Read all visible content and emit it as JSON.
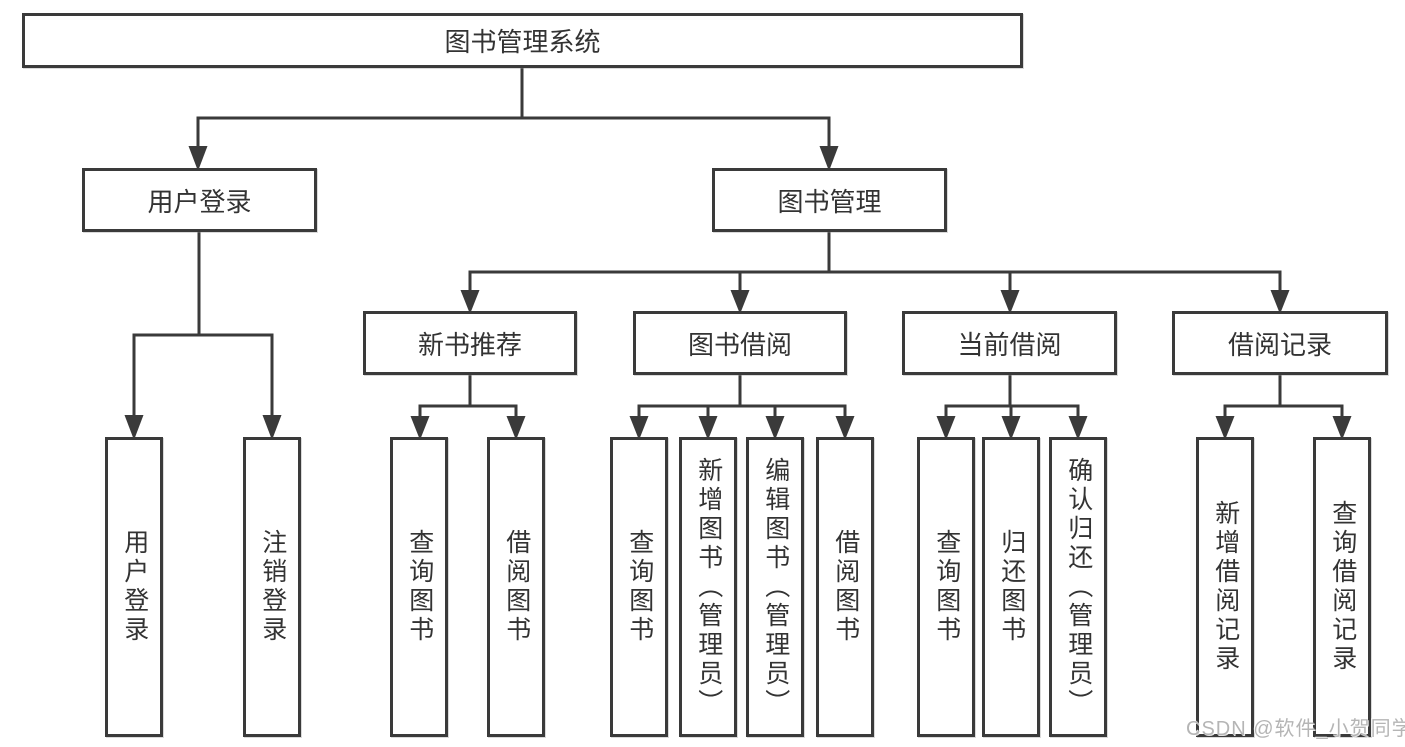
{
  "diagram": {
    "title": "图书管理系统",
    "root": {
      "label": "图书管理系统"
    },
    "branches": [
      {
        "label": "用户登录",
        "children": [
          {
            "label": "用户登录"
          },
          {
            "label": "注销登录"
          }
        ]
      },
      {
        "label": "图书管理",
        "children": [
          {
            "label": "新书推荐",
            "children": [
              {
                "label": "查询图书"
              },
              {
                "label": "借阅图书"
              }
            ]
          },
          {
            "label": "图书借阅",
            "children": [
              {
                "label": "查询图书"
              },
              {
                "label": "新增图书（管理员）"
              },
              {
                "label": "编辑图书（管理员）"
              },
              {
                "label": "借阅图书"
              }
            ]
          },
          {
            "label": "当前借阅",
            "children": [
              {
                "label": "查询图书"
              },
              {
                "label": "归还图书"
              },
              {
                "label": "确认归还（管理员）"
              }
            ]
          },
          {
            "label": "借阅记录",
            "children": [
              {
                "label": "新增借阅记录"
              },
              {
                "label": "查询借阅记录"
              }
            ]
          }
        ]
      }
    ]
  },
  "watermark": {
    "text": "CSDN @软件_小贺同学"
  },
  "colors": {
    "line": "#3a3a3a",
    "box_border": "#3a3a3a",
    "box_background": "#ffffff",
    "text": "#333333",
    "watermark": "#b5b5b5"
  }
}
